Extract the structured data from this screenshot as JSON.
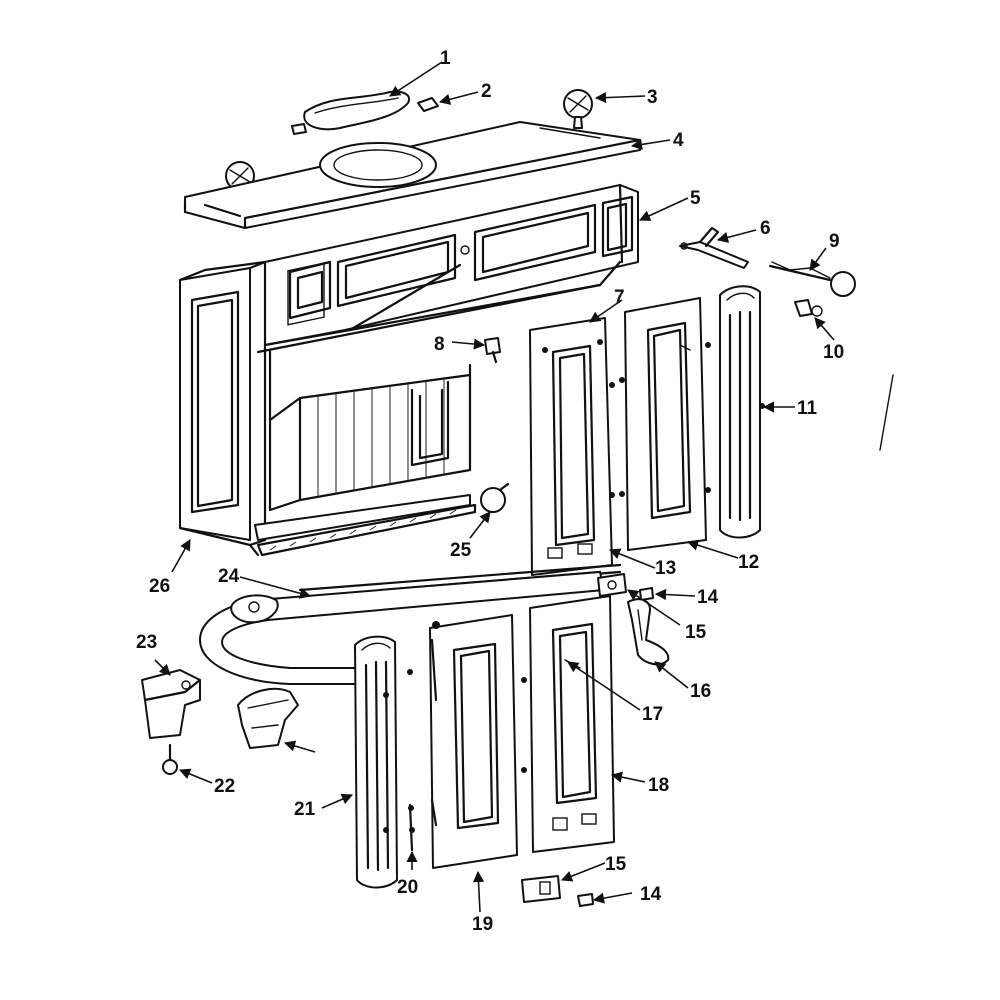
{
  "callouts": [
    "1",
    "2",
    "3",
    "4",
    "5",
    "6",
    "7",
    "8",
    "9",
    "10",
    "11",
    "12",
    "13",
    "14",
    "14",
    "15",
    "15",
    "16",
    "17",
    "18",
    "19",
    "20",
    "21",
    "22",
    "23",
    "24",
    "25",
    "26"
  ],
  "colors": {
    "ink": "#111111",
    "paper": "#ffffff"
  }
}
